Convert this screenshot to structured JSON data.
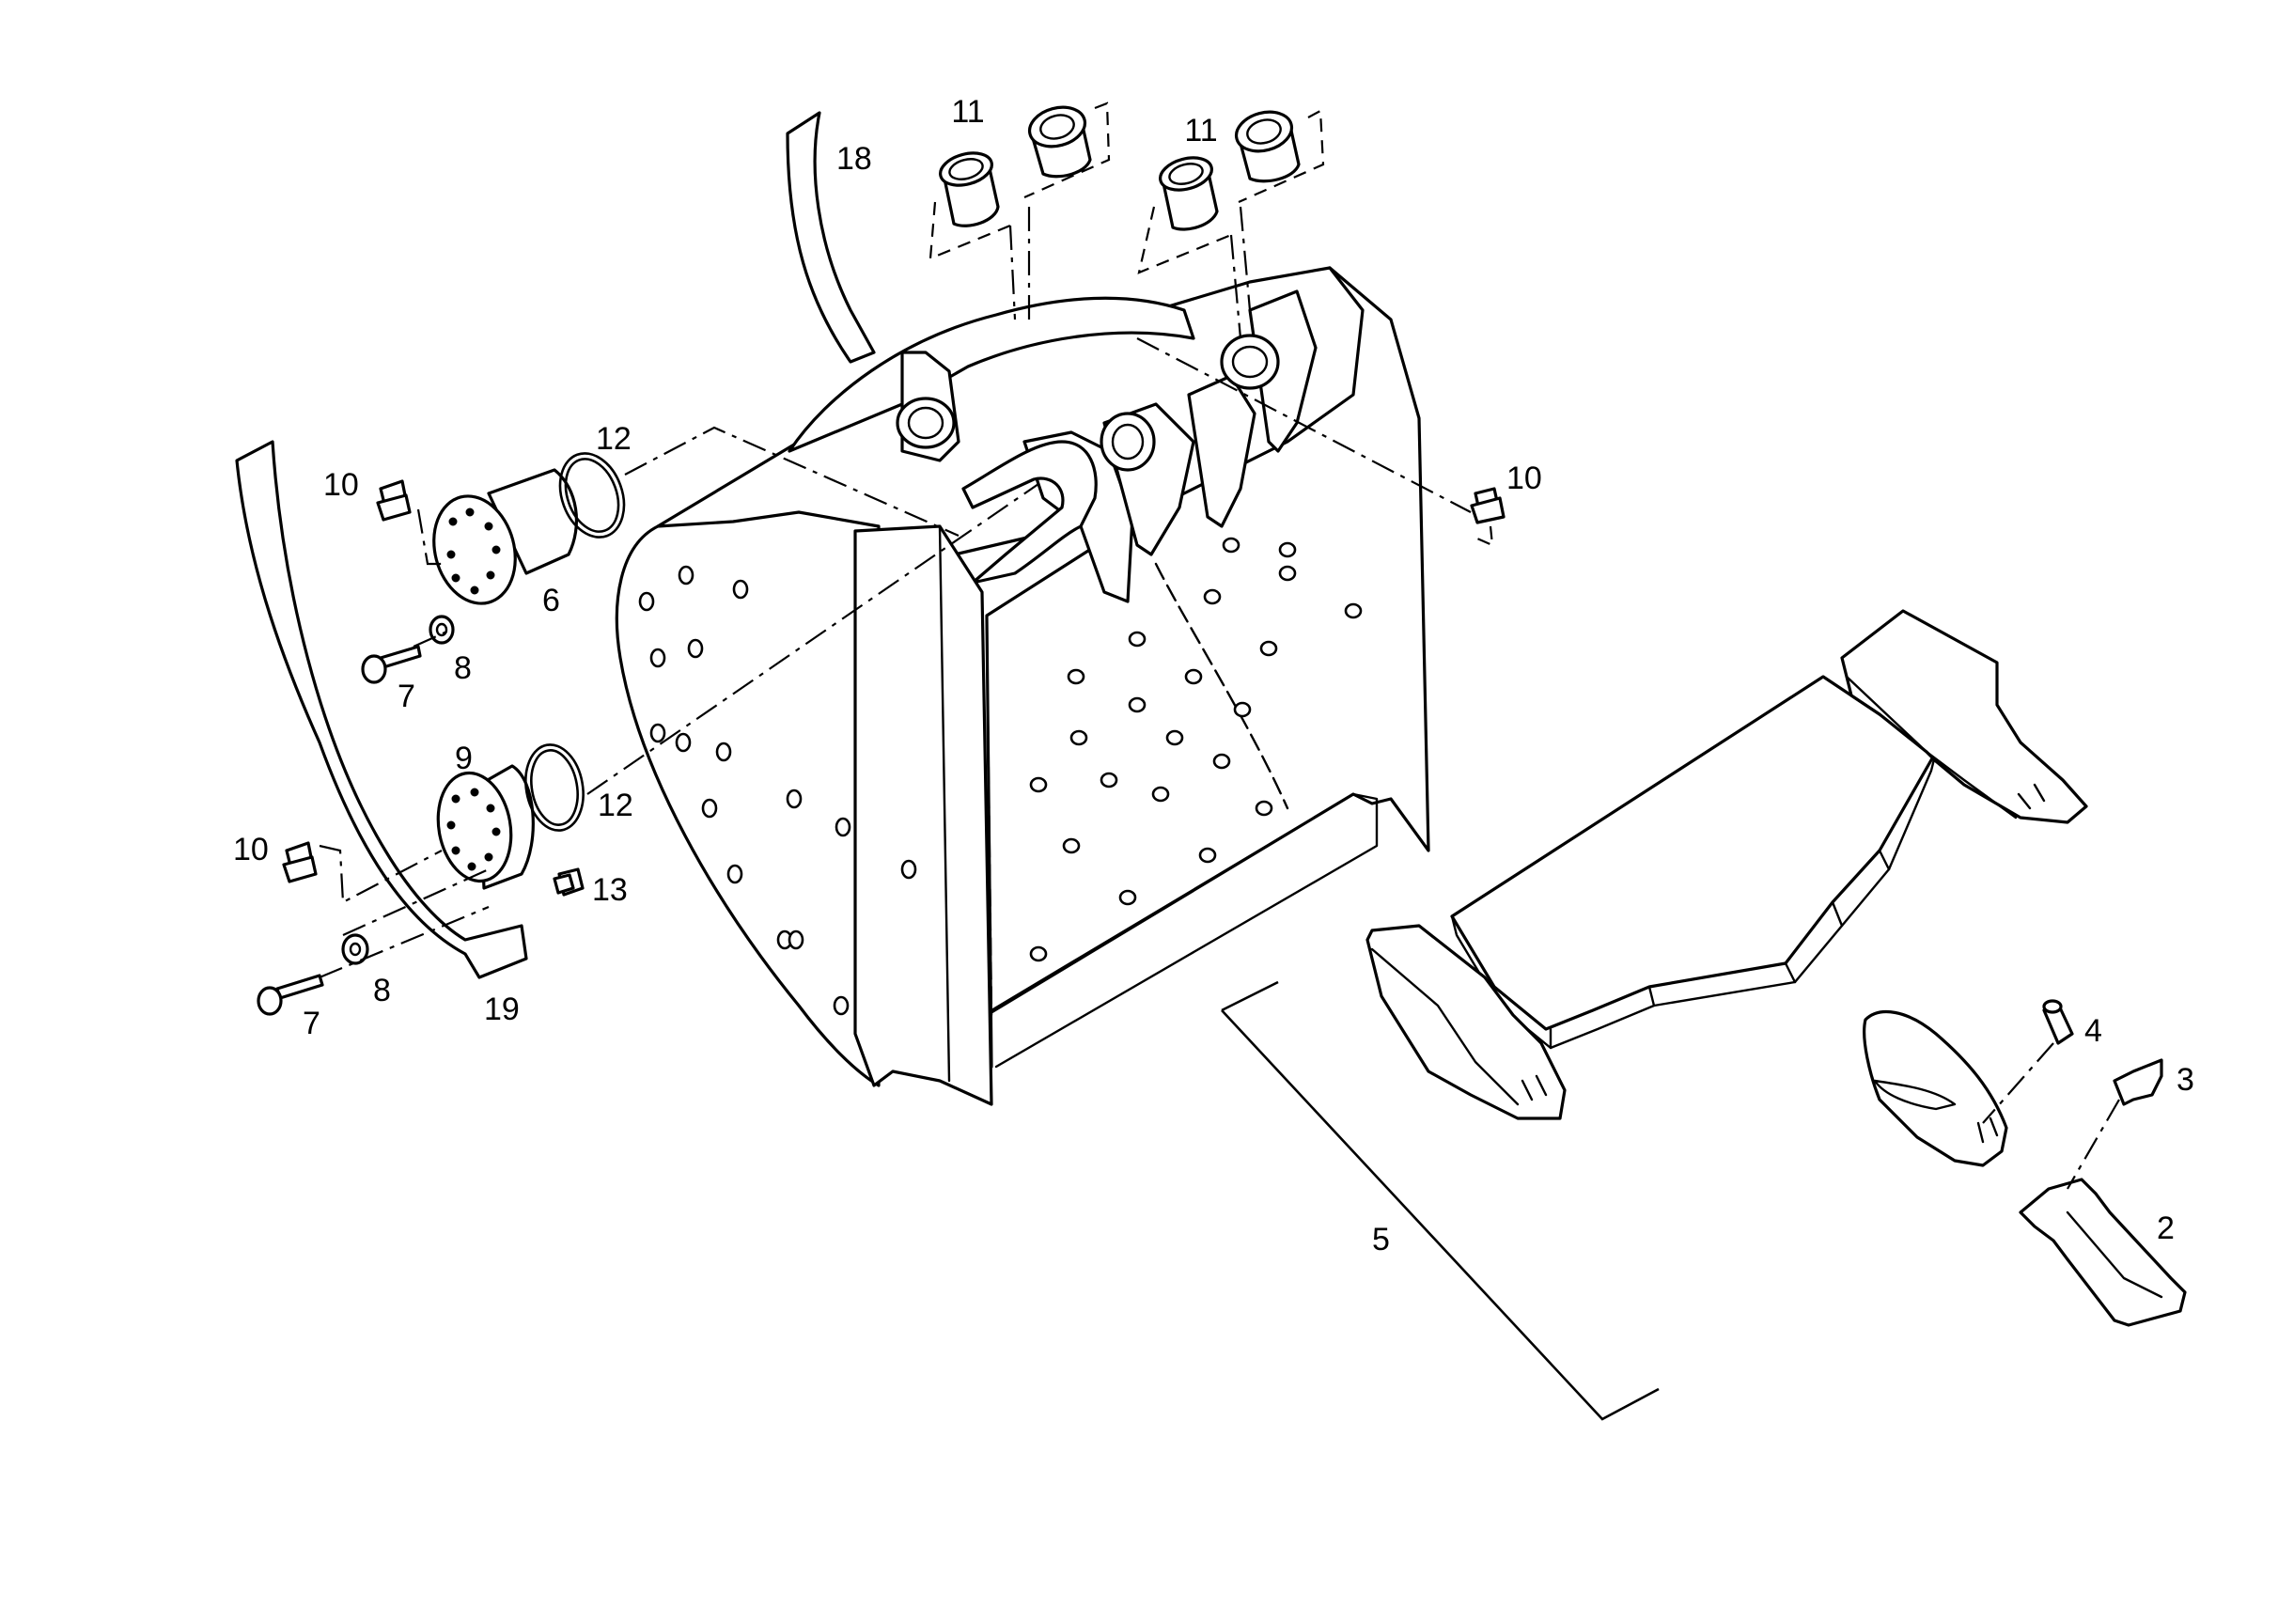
{
  "diagram": {
    "callouts": [
      {
        "id": "c11a",
        "text": "11"
      },
      {
        "id": "c11b",
        "text": "11"
      },
      {
        "id": "c18",
        "text": "18"
      },
      {
        "id": "c12a",
        "text": "12"
      },
      {
        "id": "c12b",
        "text": "12"
      },
      {
        "id": "c10a",
        "text": "10"
      },
      {
        "id": "c10b",
        "text": "10"
      },
      {
        "id": "c10c",
        "text": "10"
      },
      {
        "id": "c6",
        "text": "6"
      },
      {
        "id": "c7a",
        "text": "7"
      },
      {
        "id": "c7b",
        "text": "7"
      },
      {
        "id": "c8a",
        "text": "8"
      },
      {
        "id": "c8b",
        "text": "8"
      },
      {
        "id": "c9",
        "text": "9"
      },
      {
        "id": "c13",
        "text": "13"
      },
      {
        "id": "c19",
        "text": "19"
      },
      {
        "id": "c5",
        "text": "5"
      },
      {
        "id": "c4",
        "text": "4"
      },
      {
        "id": "c3",
        "text": "3"
      },
      {
        "id": "c2",
        "text": "2"
      }
    ]
  }
}
